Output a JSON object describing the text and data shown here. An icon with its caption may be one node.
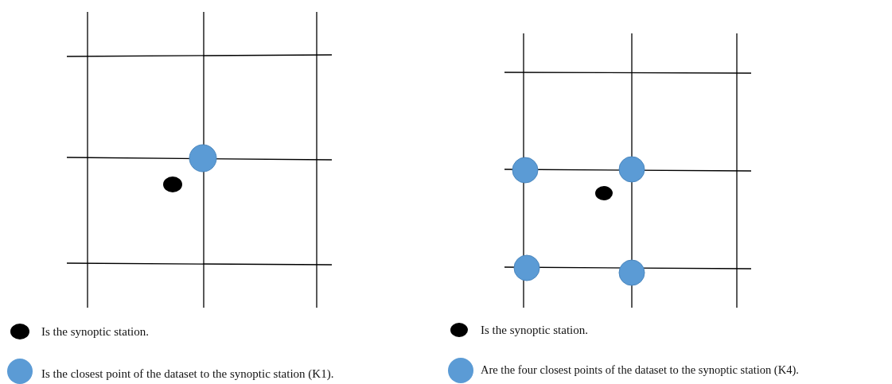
{
  "diagram": {
    "legend": [
      {
        "text": "Is the synoptic station.",
        "color": "#000000"
      },
      {
        "text": "Is the closest point of the dataset to the synoptic station (K1).",
        "color": "#5b9bd5"
      },
      {
        "text": "Is the synoptic station.",
        "color": "#000000"
      },
      {
        "text": "Are the four closest points of the dataset to the synoptic station (K4).",
        "color": "#5b9bd5"
      }
    ]
  }
}
